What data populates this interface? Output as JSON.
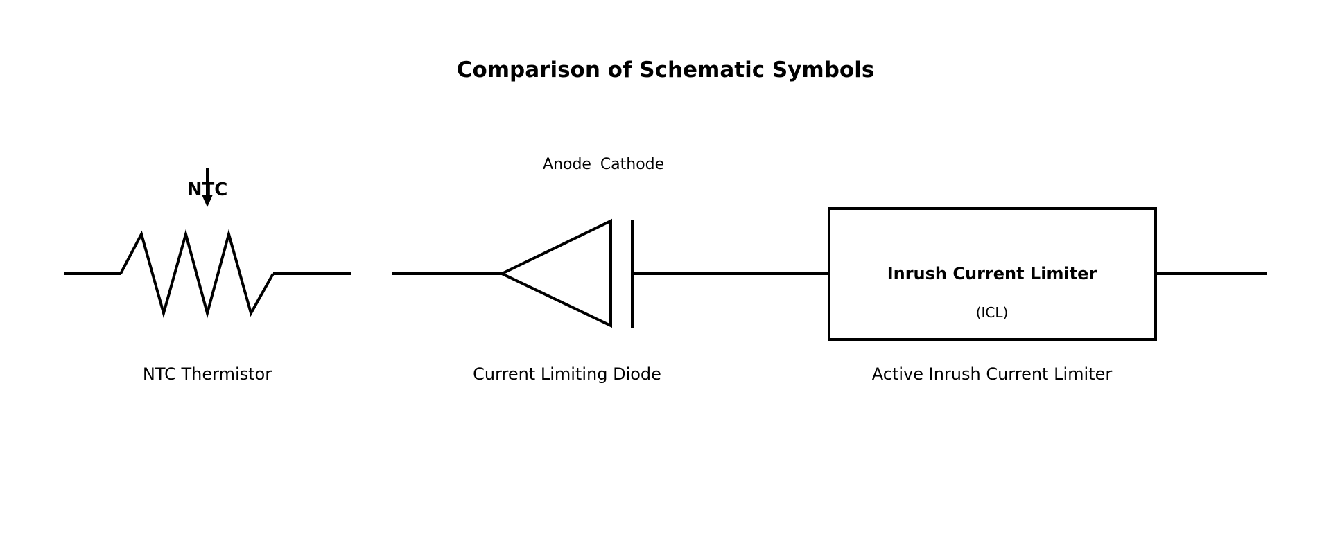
{
  "title": "Comparison of Schematic Symbols",
  "colors": {
    "stroke": "#000000",
    "background": "#ffffff"
  },
  "symbols": {
    "ntc_thermistor": {
      "tag": "NTC",
      "caption": "NTC Thermistor"
    },
    "current_limiting_diode": {
      "anode_label": "Anode",
      "cathode_label": "Cathode",
      "caption": "Current Limiting Diode"
    },
    "active_icl": {
      "box_title": "Inrush Current Limiter",
      "box_subtitle": "(ICL)",
      "caption": "Active Inrush Current Limiter"
    }
  }
}
